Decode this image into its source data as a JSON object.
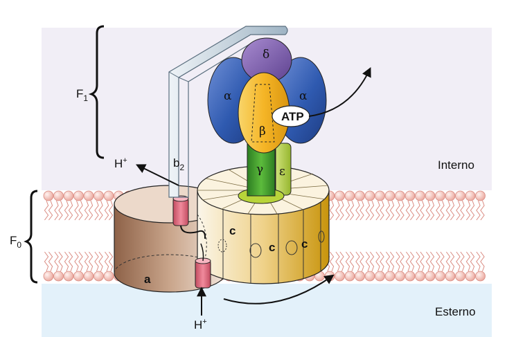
{
  "labels": {
    "f1": "F",
    "f1_sub": "1",
    "f0": "F",
    "f0_sub": "0",
    "interno": "Interno",
    "esterno": "Esterno",
    "h_top": "H",
    "h_bottom": "H",
    "h_sup": "+",
    "b2": "b",
    "b2_sub": "2",
    "a": "a",
    "atp": "ATP",
    "c1": "c",
    "c2": "c",
    "c3": "c",
    "delta": "δ",
    "alpha_left": "α",
    "alpha_right": "α",
    "beta": "β",
    "gamma": "γ",
    "epsilon": "ε"
  },
  "colors": {
    "inside_band": "#f1eef6",
    "outside_band": "#e3f1fa",
    "lipid_head": "#f6c9c2",
    "alpha": "#2f5ab0",
    "delta": "#7a5aa8",
    "beta": "#f5b526",
    "gamma": "#3d9a2e",
    "epsilon": "#b3d048",
    "stalk": "#b6c8d6",
    "a_subunit": "#a77d63",
    "c_ring": "#e2b84a",
    "proton_channel": "#e57186"
  }
}
